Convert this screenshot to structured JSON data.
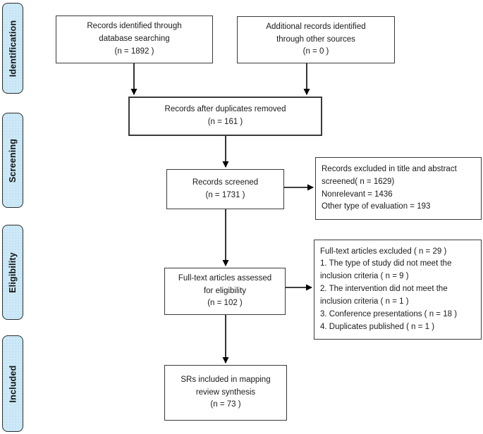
{
  "figure": {
    "type": "prisma-flow-diagram",
    "background": "#ffffff"
  },
  "palette": {
    "stage_fill": "#cde9f7",
    "stage_border": "#2a2a2a",
    "node_fill": "#ffffff",
    "node_border": "#3a3a3a",
    "arrow_color": "#000000",
    "text_color": "#1a1a1a"
  },
  "sidebar": {
    "stages": [
      {
        "label": "Identification"
      },
      {
        "label": "Screening"
      },
      {
        "label": "Eligibility"
      },
      {
        "label": "Included"
      }
    ]
  },
  "nodes": {
    "identified_db": {
      "text": "Records identified through\ndatabase searching\n(n = 1892 )"
    },
    "other_sources": {
      "text": "Additional records identified\nthrough other sources\n(n = 0 )"
    },
    "duplicates_removed": {
      "text": "Records after duplicates removed\n(n = 161 )"
    },
    "records_screened": {
      "text": "Records screened\n(n = 1731 )"
    },
    "excluded_title_abstract": {
      "text": "Records excluded in title and abstract\nscreened( n = 1629)\nNonrelevant = 1436\nOther type of evaluation = 193"
    },
    "fulltext_assessed": {
      "text": "Full-text articles assessed\nfor eligibility\n(n = 102 )"
    },
    "fulltext_excluded": {
      "text": "Full-text articles excluded ( n = 29 )\n1. The type of study did not meet the\ninclusion criteria ( n = 9 )\n2. The intervention did not meet the\ninclusion criteria ( n = 1 )\n3. Conference presentations ( n = 18 )\n4. Duplicates published ( n = 1 )"
    },
    "srs_included": {
      "text": "SRs included in mapping\nreview synthesis\n(n = 73 )"
    }
  }
}
